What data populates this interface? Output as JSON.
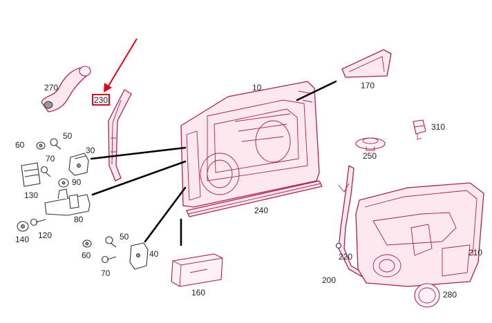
{
  "diagram": {
    "highlight_color": "#e4001b",
    "part_color": "#b01e4a",
    "highlighted_callout": "230",
    "callouts": [
      "10",
      "30",
      "40",
      "50",
      "50",
      "60",
      "60",
      "70",
      "70",
      "80",
      "90",
      "120",
      "130",
      "140",
      "160",
      "170",
      "200",
      "210",
      "220",
      "230",
      "240",
      "250",
      "270",
      "280",
      "310"
    ]
  }
}
